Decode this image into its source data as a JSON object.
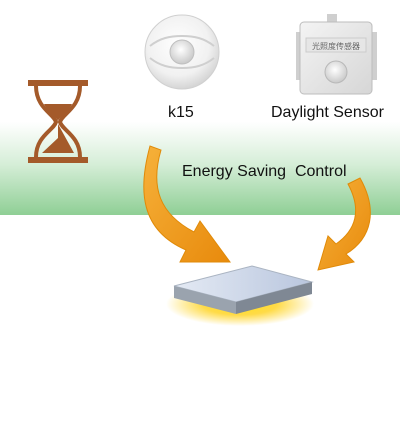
{
  "labels": {
    "occupancy_sensor": "k15",
    "daylight_sensor": "Daylight Sensor",
    "control": "Energy Saving  Control"
  },
  "device_panel_text": "光照度传感器",
  "colors": {
    "green_band": "#8fcf95",
    "arrow": "#ef9a12",
    "arrow_edge": "#e08a08",
    "hourglass": "#a45a2a",
    "panel_top": "#c8d3e6",
    "panel_side": "#8c96a3",
    "glow": "#ffd21a"
  },
  "icons": [
    "hourglass-icon",
    "occupancy-sensor-icon",
    "daylight-sensor-icon",
    "light-panel-icon"
  ]
}
